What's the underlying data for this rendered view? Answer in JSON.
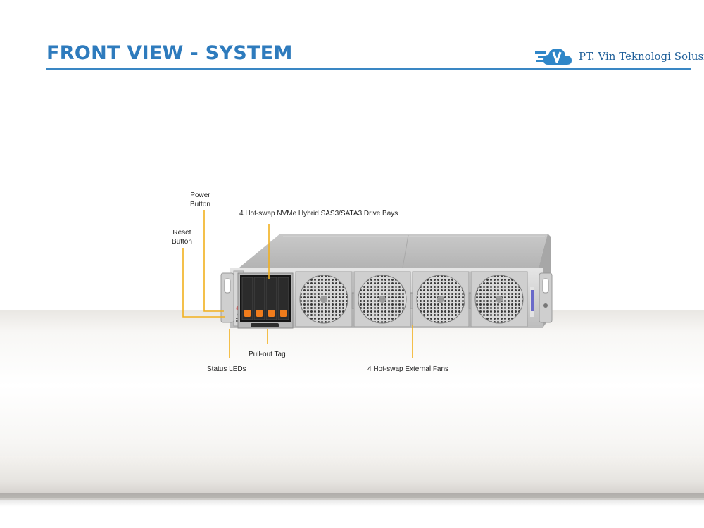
{
  "header": {
    "title": "FRONT VIEW - SYSTEM",
    "accent_color": "#2e7bbd"
  },
  "logo": {
    "icon": "cloud-v-logo-icon",
    "company": "PT. Vin Teknologi Solusi"
  },
  "callouts": {
    "power_button": {
      "line1": "Power",
      "line2": "Button"
    },
    "reset_button": {
      "line1": "Reset",
      "line2": "Button"
    },
    "drive_bays": "4 Hot-swap NVMe Hybrid SAS3/SATA3 Drive Bays",
    "pullout_tag": "Pull-out Tag",
    "status_leds": "Status LEDs",
    "external_fans": "4 Hot-swap External Fans",
    "line_color": "#f2b01e"
  },
  "server": {
    "drive_bay_count": 4,
    "fan_count": 4,
    "drive_latch_color": "#f07c1c"
  }
}
